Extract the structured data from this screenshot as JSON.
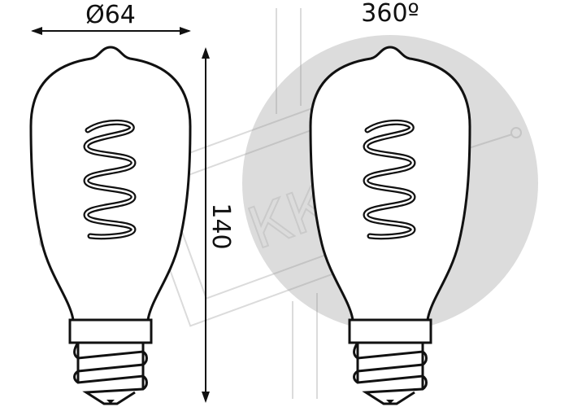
{
  "dimensions": {
    "diameter_label": "Ø64",
    "height_label": "140",
    "beam_angle_label": "360º"
  },
  "watermark": "ККЦ",
  "colors": {
    "line": "#111111",
    "beam_circle": "#dcdcdc"
  }
}
